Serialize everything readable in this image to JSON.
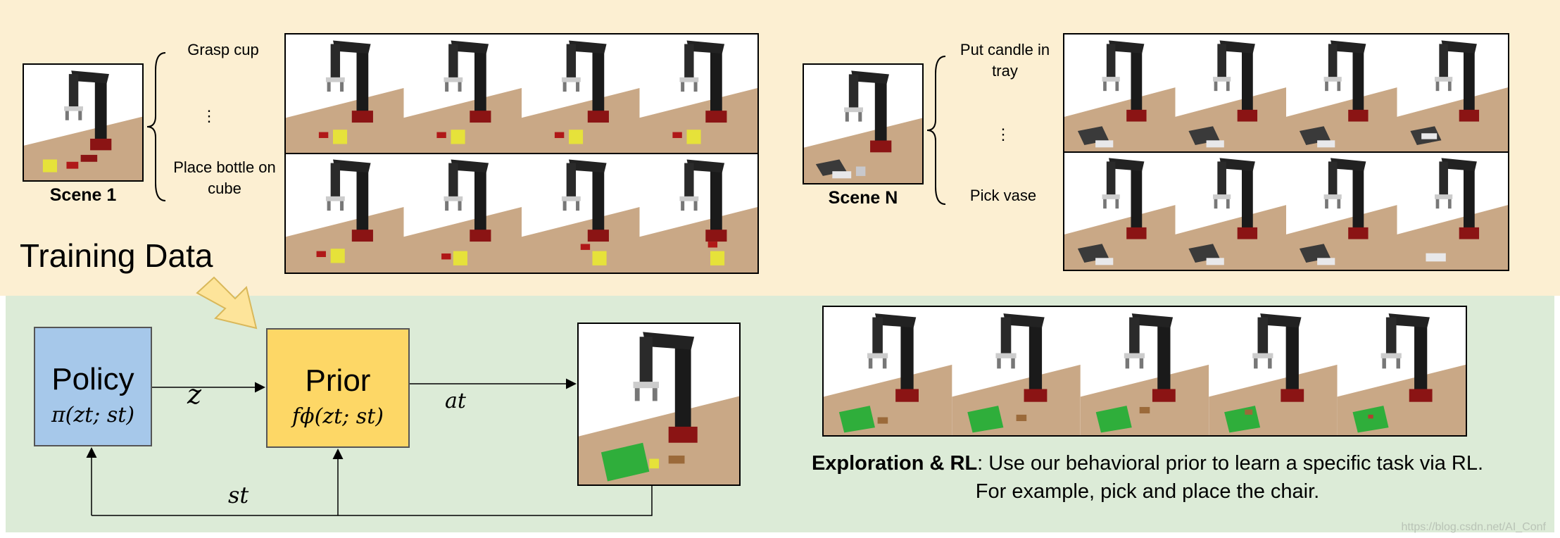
{
  "top": {
    "scene1_label": "Scene 1",
    "scene1_tasks": [
      "Grasp cup",
      "⋮",
      "Place bottle on cube"
    ],
    "sceneN_label": "Scene N",
    "sceneN_tasks": [
      "Put candle in tray",
      "⋮",
      "Pick vase"
    ],
    "training_data_label": "Training Data"
  },
  "bottom": {
    "policy": {
      "title": "Policy",
      "formula": "π(zt; st)"
    },
    "prior": {
      "title": "Prior",
      "formula": "fϕ(zt; st)"
    },
    "edge_z": "z",
    "edge_a": "at",
    "edge_s": "st",
    "caption_bold": "Exploration & RL",
    "caption_line1": ": Use our behavioral prior to learn a specific task via RL.",
    "caption_line2": "For example, pick and place the chair."
  },
  "watermark": "https://blog.csdn.net/AI_Conf",
  "colors": {
    "top_band": "#fcefd2",
    "bottom_band": "#dcebd7",
    "policy": "#a6c8ea",
    "prior": "#fdd766",
    "arrow": "#fde49a"
  }
}
